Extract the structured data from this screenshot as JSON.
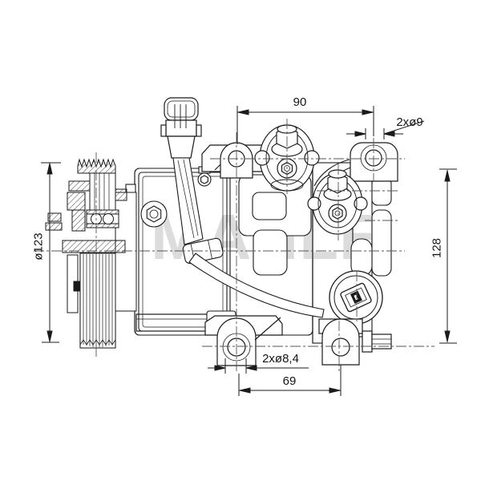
{
  "watermark": "MAHLE",
  "dimensions": {
    "top_width": "90",
    "top_holes": "2xø9",
    "pulley_diameter": "ø123",
    "height": "128",
    "bottom_holes": "2xø8,4",
    "bottom_width": "69"
  }
}
